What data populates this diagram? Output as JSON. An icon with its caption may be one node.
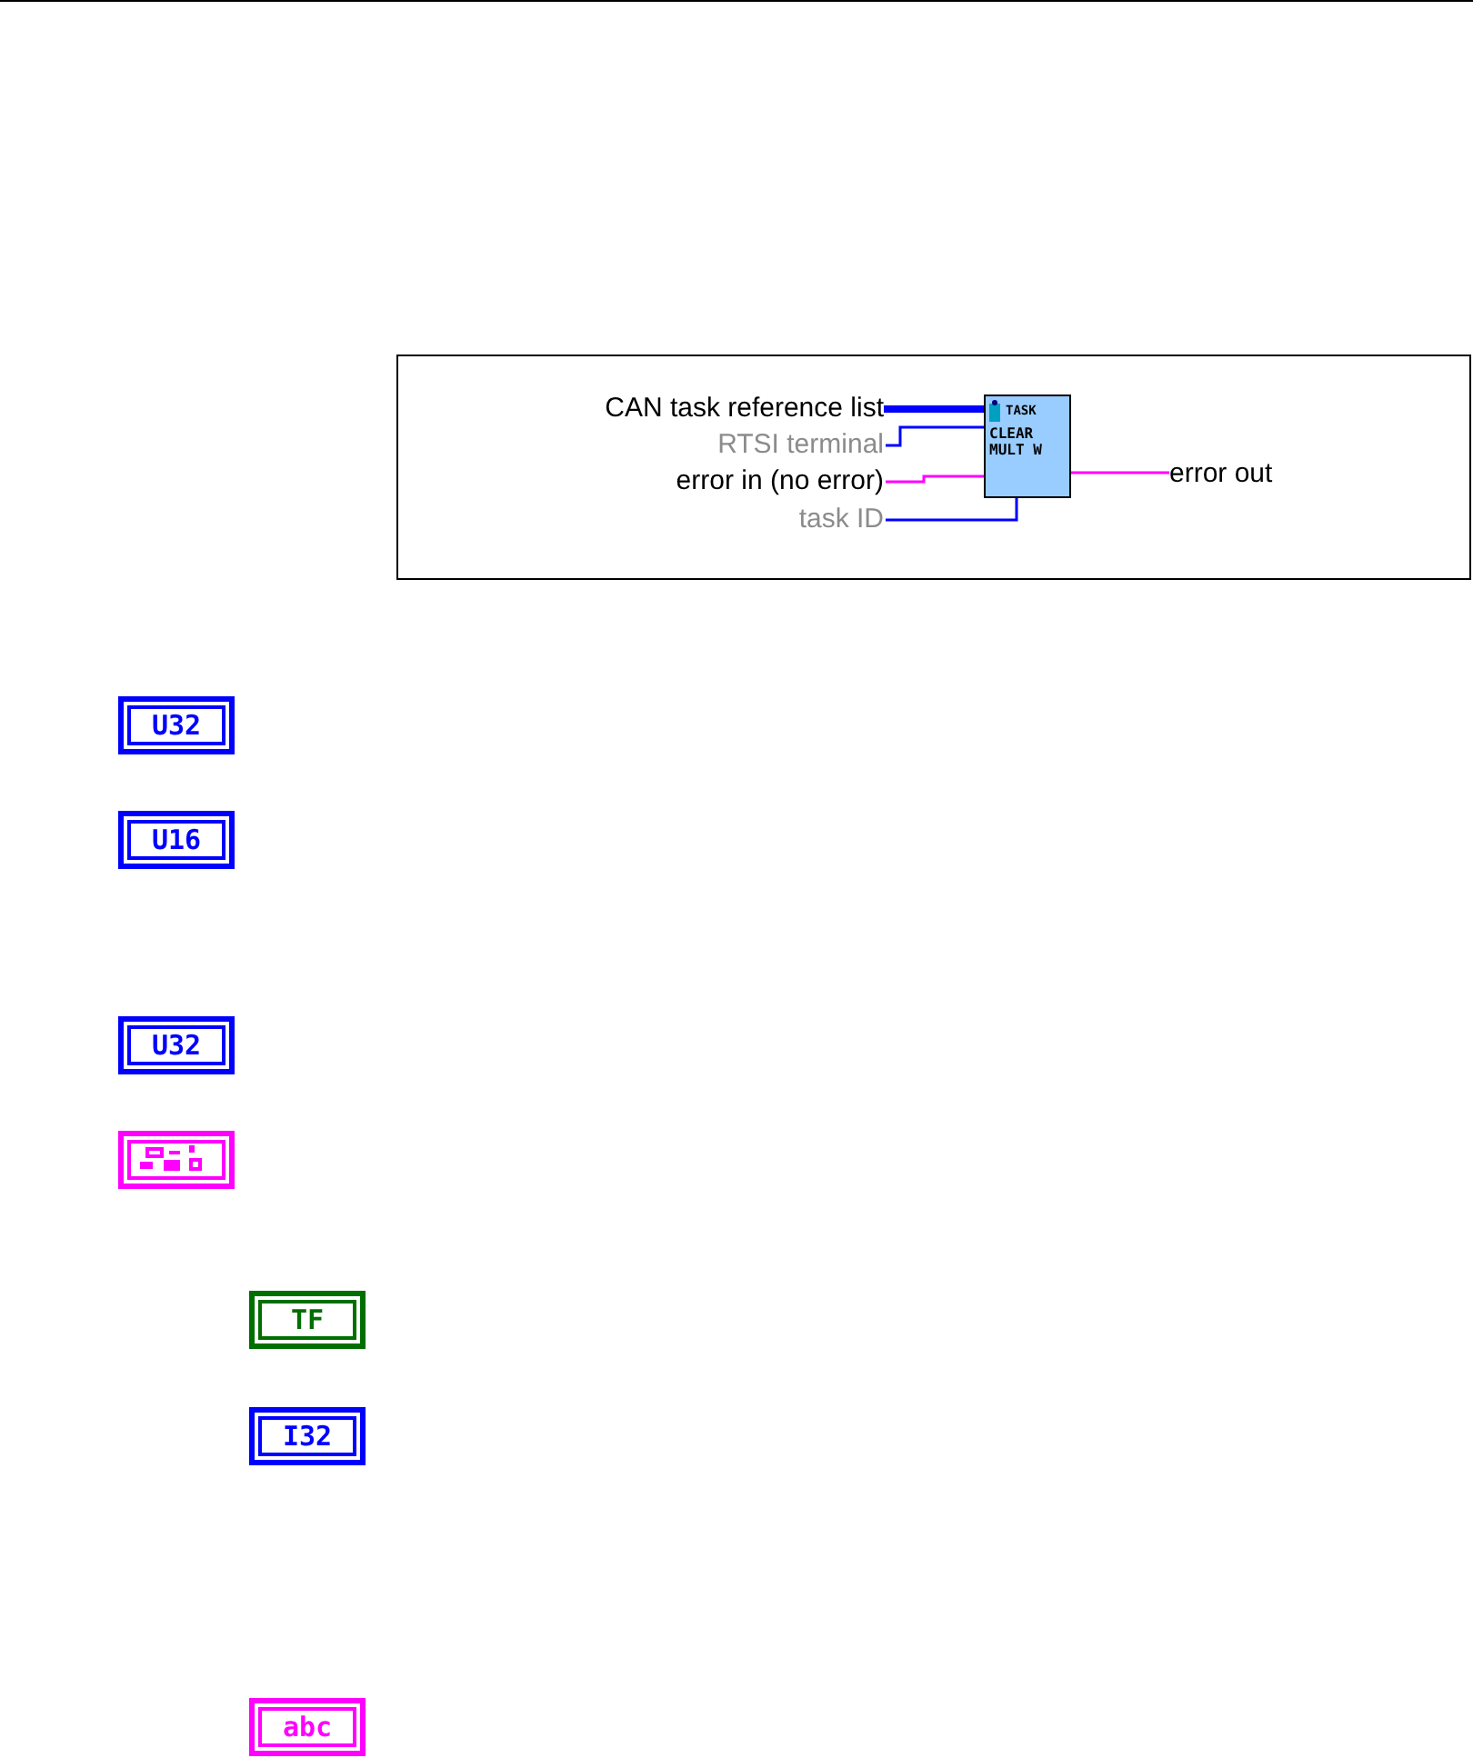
{
  "diagram": {
    "nodes": [
      {
        "text": [
          "CAN task reference list"
        ]
      },
      {
        "text": [
          "RTSI terminal"
        ]
      },
      {
        "text": [
          "error in (no error)"
        ]
      },
      {
        "text": [
          "task ID"
        ]
      },
      {
        "text": [
          "TASK",
          "CLEAR MULT W"
        ]
      },
      {
        "text": [
          "error out"
        ]
      },
      {
        "text": [
          "U32"
        ]
      },
      {
        "text": [
          "U16"
        ]
      },
      {
        "text": [
          "U32"
        ]
      },
      {
        "text": [],
        "shape": "box"
      },
      {
        "text": [
          "TF"
        ]
      },
      {
        "text": [
          "I32"
        ]
      },
      {
        "text": [
          "abc"
        ]
      }
    ],
    "edges": [
      {
        "from": 0,
        "to": 4,
        "arrow": "none",
        "style": "thick"
      },
      {
        "from": 1,
        "to": 4,
        "arrow": "none"
      },
      {
        "from": 2,
        "to": 4,
        "arrow": "none",
        "color": "#ff00ff"
      },
      {
        "from": 3,
        "to": 4,
        "arrow": "none"
      },
      {
        "from": 4,
        "to": 5,
        "arrow": "none",
        "color": "#ff00ff"
      }
    ]
  }
}
